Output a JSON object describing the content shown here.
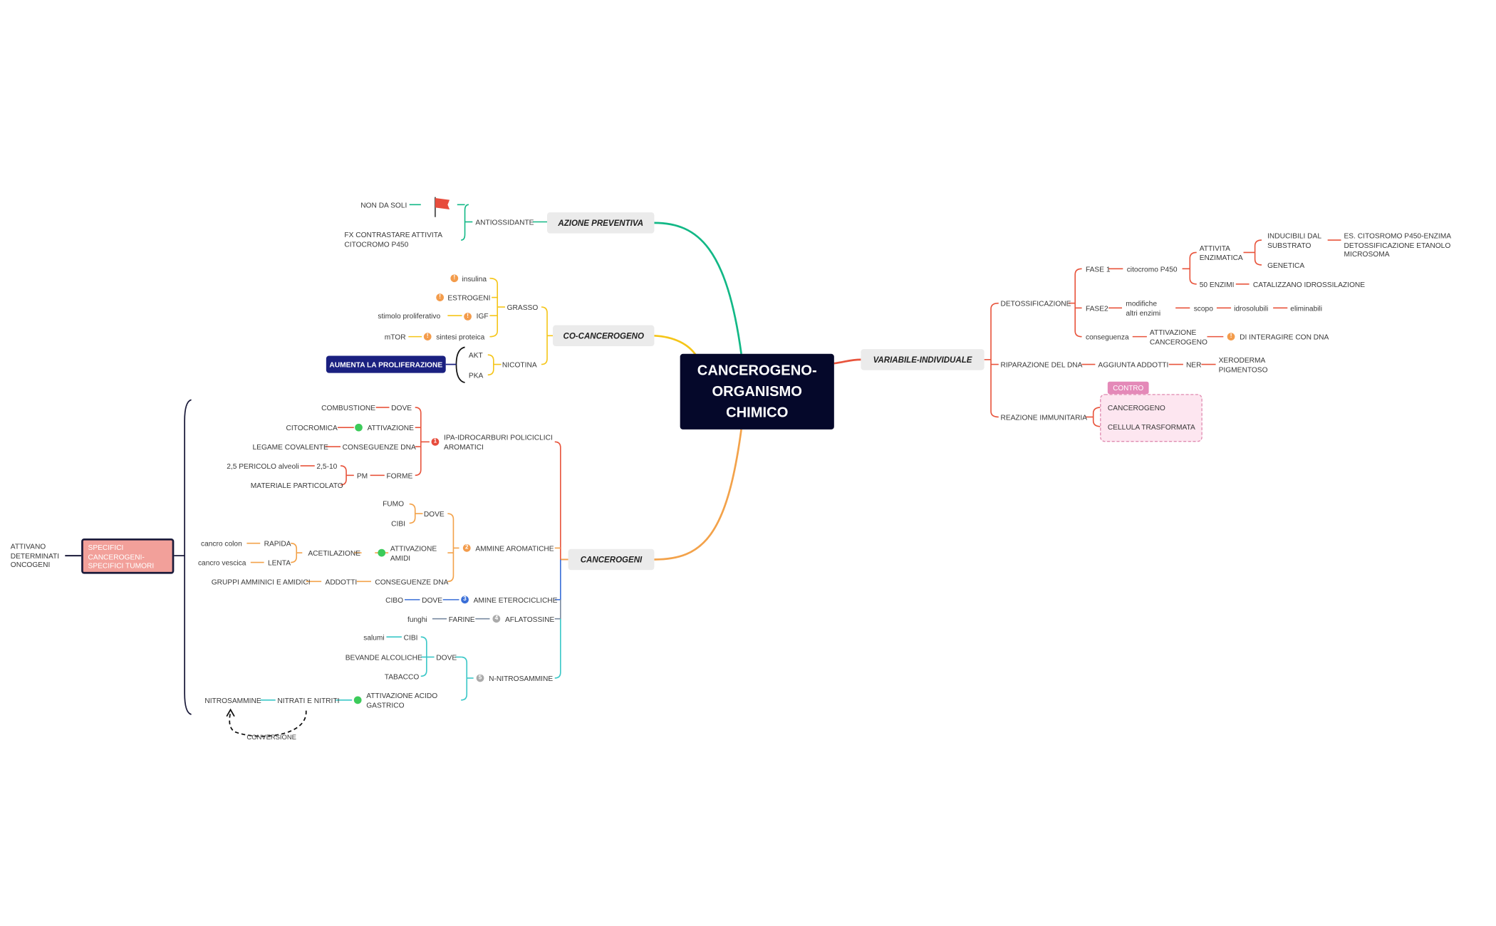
{
  "center": {
    "line1": "CANCEROGENO-",
    "line2": "ORGANISMO",
    "line3": "CHIMICO"
  },
  "branches": {
    "azione_preventiva": "AZIONE PREVENTIVA",
    "co_cancerogeno": "CO-CANCEROGENO",
    "cancerogeni": "CANCEROGENI",
    "variabile_individuale": "VARIABILE-INDIVIDUALE"
  },
  "azione_preventiva": {
    "antiossidante": "ANTIOSSIDANTE",
    "non_da_soli": "NON DA SOLI",
    "fx_line1": "FX CONTRASTARE ATTIVITA",
    "fx_line2": "CITOCROMO P450"
  },
  "co_cancerogeno": {
    "grasso": "GRASSO",
    "insulina": "insulina",
    "estrogeni": "ESTROGENI",
    "igf": "IGF",
    "stimolo": "stimolo proliferativo",
    "sintesi": "sintesi proteica",
    "mtor": "mTOR",
    "nicotina": "NICOTINA",
    "akt": "AKT",
    "pka": "PKA",
    "aumenta": "AUMENTA LA PROLIFERAZIONE"
  },
  "cancerogeni": {
    "ipa_line1": "IPA-IDROCARBURI POLICICLICI",
    "ipa_line2": "AROMATICI",
    "combustione": "COMBUSTIONE",
    "dove": "DOVE",
    "citocromica": "CITOCROMICA",
    "attivazione": "ATTIVAZIONE",
    "legame": "LEGAME COVALENTE",
    "conseguenze": "CONSEGUENZE DNA",
    "pericolo": "2,5 PERICOLO alveoli",
    "range": "2,5-10",
    "pm": "PM",
    "forme": "FORME",
    "materiale": "MATERIALE PARTICOLATO",
    "ammine_arom": "AMMINE AROMATICHE",
    "fumo": "FUMO",
    "cibi": "CIBI",
    "cancro_colon": "cancro colon",
    "rapida": "RAPIDA",
    "cancro_vescica": "cancro vescica",
    "lenta": "LENTA",
    "acetilazione": "ACETILAZIONE",
    "attiv_amidi_1": "ATTIVAZIONE",
    "attiv_amidi_2": "AMIDI",
    "gruppi": "GRUPPI AMMINICI E AMIDICI",
    "addotti": "ADDOTTI",
    "conseguenze_dna": "CONSEGUENZE DNA",
    "cibo": "CIBO",
    "amine_etero": "AMINE ETEROCICLICHE",
    "funghi": "funghi",
    "farine": "FARINE",
    "aflatossine": "AFLATOSSINE",
    "salumi": "salumi",
    "bevande": "BEVANDE ALCOLICHE",
    "tabacco": "TABACCO",
    "n_nitro": "N-NITROSAMMINE",
    "nitrosammine": "NITROSAMMINE",
    "nitrati": "NITRATI E NITRITI",
    "attiv_acido_1": "ATTIVAZIONE ACIDO",
    "attiv_acido_2": "GASTRICO",
    "conversione": "CONVERSIONE"
  },
  "specifici": {
    "box_line1": "SPECIFICI",
    "box_line2": "CANCEROGENI-",
    "box_line3": "SPECIFICI TUMORI",
    "attivano_1": "ATTIVANO",
    "attivano_2": "DETERMINATI",
    "attivano_3": "ONCOGENI"
  },
  "variabile": {
    "detossificazione": "DETOSSIFICAZIONE",
    "fase1": "FASE 1",
    "citocromo": "citocromo P450",
    "attivita_1": "ATTIVITA",
    "attivita_2": "ENZIMATICA",
    "inducibili_1": "INDUCIBILI DAL",
    "inducibili_2": "SUBSTRATO",
    "es_1": "ES. CITOSROMO P450-ENZIMA",
    "es_2": "DETOSSIFICAZIONE ETANOLO MICROSOMA",
    "genetica": "GENETICA",
    "enzimi50": "50 ENZIMI",
    "catalizzano": "CATALIZZANO IDROSSILAZIONE",
    "fase2": "FASE2",
    "modifiche_1": "modifiche",
    "modifiche_2": "altri enzimi",
    "scopo": "scopo",
    "idrosolubili": "idrosolubili",
    "eliminabili": "eliminabili",
    "conseguenza": "conseguenza",
    "attiv_canc_1": "ATTIVAZIONE",
    "attiv_canc_2": "CANCEROGENO",
    "interagire": "DI INTERAGIRE CON DNA",
    "riparazione": "RIPARAZIONE DEL DNA",
    "aggiunta": "AGGIUNTA ADDOTTI",
    "ner": "NER",
    "xero_1": "XERODERMA",
    "xero_2": "PIGMENTOSO",
    "reazione": "REAZIONE IMMUNITARIA",
    "contro": "CONTRO",
    "cancerogeno": "CANCEROGENO",
    "cellula": "CELLULA TRASFORMATA"
  },
  "colors": {
    "center": "#05082a",
    "green": "#12b886",
    "yellow": "#f5c518",
    "orange_branch": "#f3a24a",
    "red": "#e8543c",
    "cyan": "#3ac7c7",
    "navy": "#1a2080"
  },
  "icons": [
    "red-flag-icon",
    "warning-bubble-icon",
    "number-bubble-icon",
    "green-dot-icon"
  ]
}
